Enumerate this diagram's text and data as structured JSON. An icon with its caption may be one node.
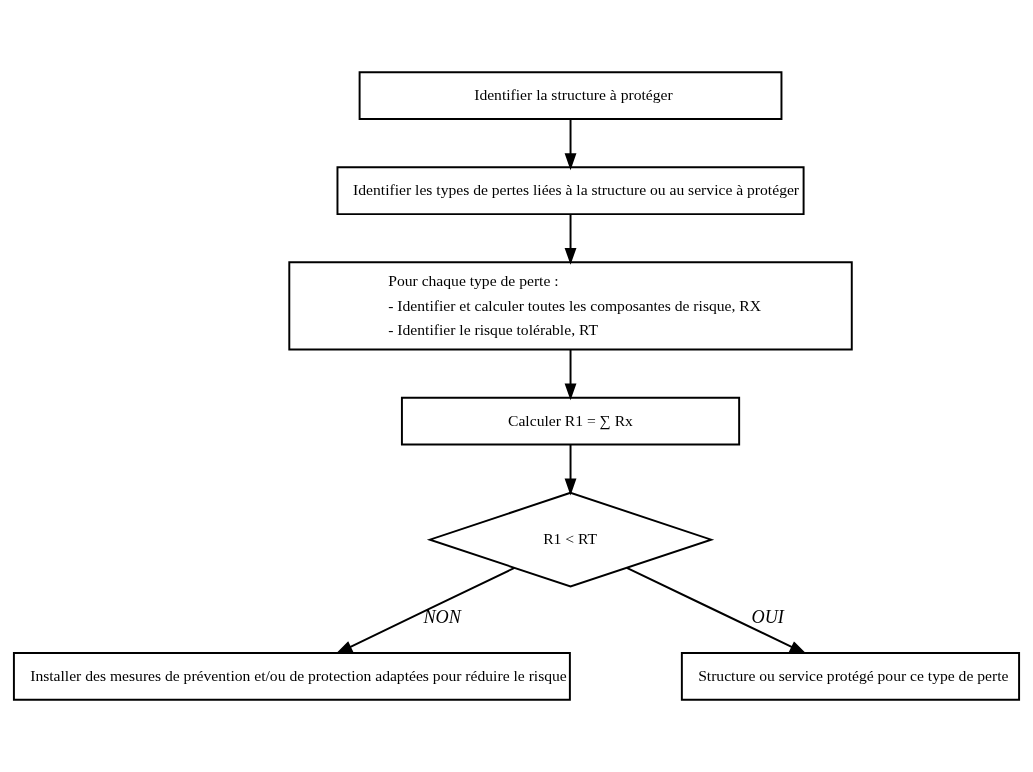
{
  "diagram": {
    "nodes": [
      {
        "text": [
          "Identifier la structure à protéger"
        ]
      },
      {
        "text": [
          "Identifier les types de pertes liées à la structure ou au service à protéger"
        ]
      },
      {
        "text": [
          "Pour chaque type de perte :",
          "- Identifier et calculer toutes les composantes de risque, RX",
          "- Identifier le risque tolérable, RT"
        ]
      },
      {
        "text": [
          "Calculer R1 = ∑ Rx"
        ]
      },
      {
        "text": [
          "R1 < RT"
        ]
      },
      {
        "text": [
          "Installer des mesures de prévention et/ou de protection adaptées pour réduire le risque"
        ]
      },
      {
        "text": [
          "Structure ou service protégé pour ce type de perte"
        ]
      }
    ],
    "edges": [
      {
        "from": 0,
        "to": 1,
        "arrow": "to"
      },
      {
        "from": 1,
        "to": 2,
        "arrow": "to"
      },
      {
        "from": 2,
        "to": 3,
        "arrow": "to"
      },
      {
        "from": 3,
        "to": 4,
        "arrow": "to"
      },
      {
        "from": 4,
        "to": 6,
        "arrow": "to",
        "label": "OUI"
      },
      {
        "from": 4,
        "to": 5,
        "arrow": "to",
        "label": "NON"
      }
    ]
  }
}
